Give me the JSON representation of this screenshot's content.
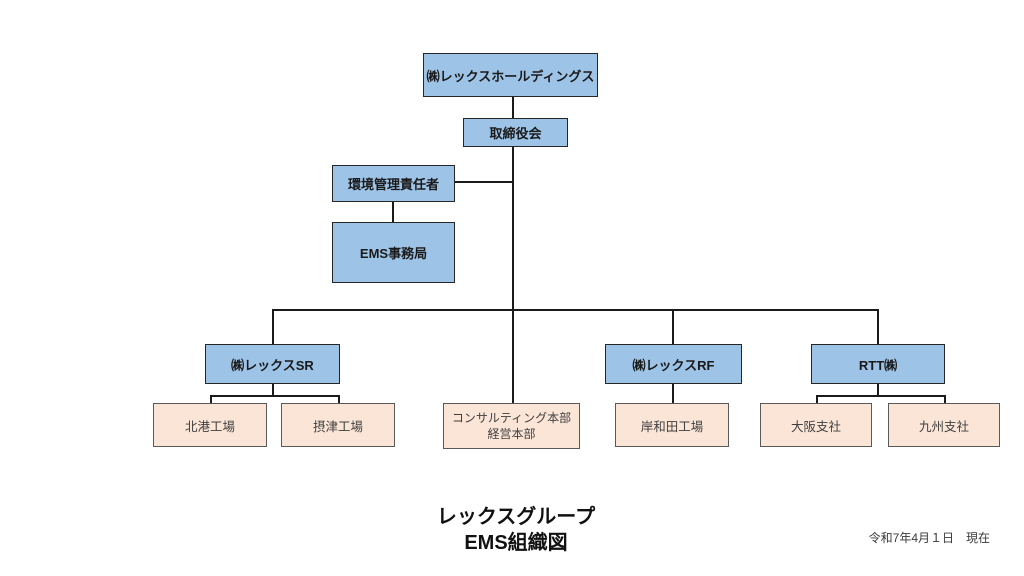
{
  "diagram": {
    "title": {
      "line1": "レックスグループ",
      "line2": "EMS組織図"
    },
    "date_note": "令和7年4月１日　現在",
    "colors": {
      "company_fill": "#9DC3E6",
      "site_fill": "#FBE5D6",
      "connector": "#1A1A1A"
    },
    "nodes": {
      "holdings": {
        "label": "㈱レックスホールディングス"
      },
      "board": {
        "label": "取締役会"
      },
      "env_manager": {
        "label": "環境管理責任者"
      },
      "ems_office": {
        "label": "EMS事務局"
      },
      "rex_sr": {
        "label": "㈱レックスSR"
      },
      "rex_rf": {
        "label": "㈱レックスRF"
      },
      "rtt": {
        "label": "RTT㈱"
      },
      "hokko_plant": {
        "label": "北港工場"
      },
      "settsu_plant": {
        "label": "摂津工場"
      },
      "consulting_hq": {
        "label_line1": "コンサルティング本部",
        "label_line2": "経営本部"
      },
      "kishiwada_plant": {
        "label": "岸和田工場"
      },
      "osaka_branch": {
        "label": "大阪支社"
      },
      "kyushu_branch": {
        "label": "九州支社"
      }
    }
  }
}
